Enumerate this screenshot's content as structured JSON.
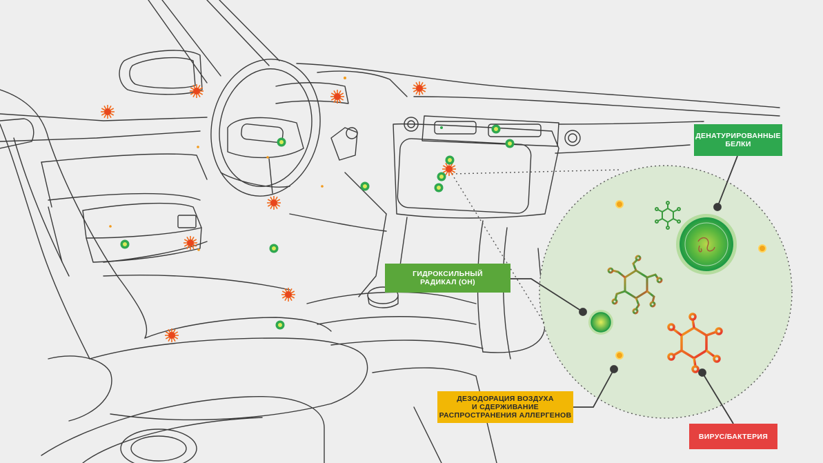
{
  "labels": {
    "denatured_proteins": [
      "Денатурированные",
      "белки"
    ],
    "hydroxyl_radical": [
      "Гидроксильный",
      "радикал (OH)"
    ],
    "deodorization": [
      "Дезодорация воздуха",
      "и сдерживание",
      "распространения аллергенов"
    ],
    "virus_bacteria": [
      "Вирус/бактерия"
    ]
  },
  "colors": {
    "background": "#eeeeee",
    "line_art": "#3a3a3a",
    "zoom_circle_fill": "#dbe9d3",
    "green_label": "#2ea84f",
    "hydroxyl_label": "#5aa73a",
    "deodor_label": "#f2b705",
    "virus_label": "#e5413f",
    "germ_orange": "#f26a1b",
    "particle_green": "#2fa84f"
  },
  "icons": [
    "car-interior-illustration",
    "germ-icon",
    "hydroxyl-particle-icon",
    "virus-icon",
    "denatured-protein-icon",
    "allergen-dot-icon"
  ]
}
